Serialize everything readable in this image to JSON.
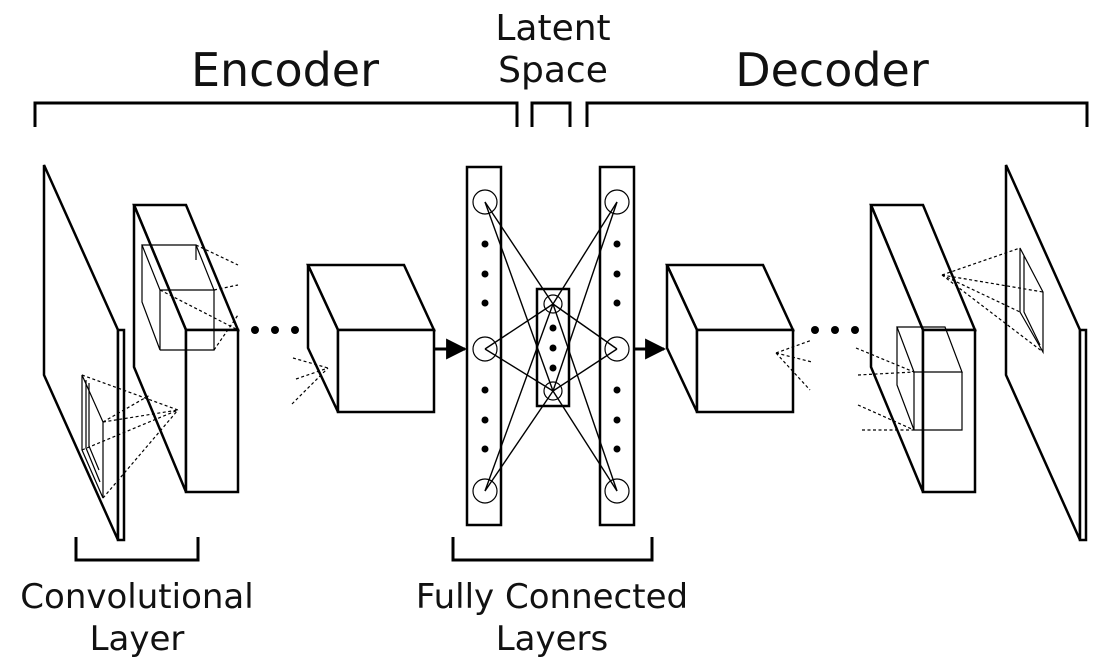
{
  "labels": {
    "encoder": "Encoder",
    "latent_line1": "Latent",
    "latent_line2": "Space",
    "decoder": "Decoder",
    "conv_line1": "Convolutional",
    "conv_line2": "Layer",
    "fc_line1": "Fully Connected",
    "fc_line2": "Layers"
  }
}
